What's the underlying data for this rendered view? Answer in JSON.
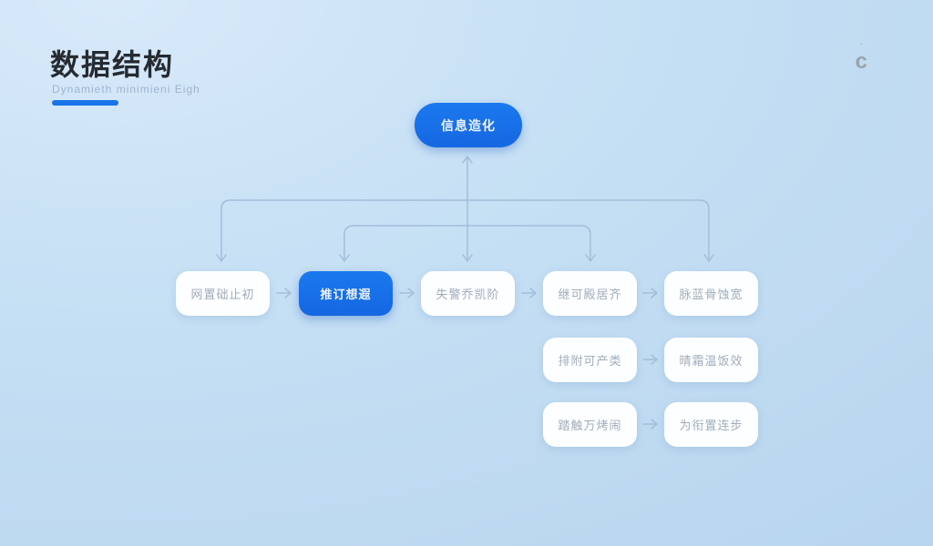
{
  "header": {
    "title": "数据结构",
    "subtitle": "Dynamieth minimieni Eigh",
    "logo_mark": "c",
    "logo_accent": "˜"
  },
  "colors": {
    "accent": "#1a73e8",
    "node_blue": "#1567e2",
    "connector": "#a3bedb",
    "node_text_muted": "#a0adbb",
    "title_text": "#262a31",
    "subtitle_text": "#93acc7",
    "bg_top": "#d8eafa",
    "bg_mid": "#c5dff4",
    "bg_bottom": "#b9d6ef"
  },
  "diagram": {
    "root": {
      "label": "信息造化"
    },
    "row1": [
      {
        "label": "网置础止初",
        "variant": "white"
      },
      {
        "label": "推订想遐",
        "variant": "blue"
      },
      {
        "label": "失警乔凯阶",
        "variant": "white"
      },
      {
        "label": "继可殿居齐",
        "variant": "white"
      },
      {
        "label": "脉蓝骨蚀宽",
        "variant": "white"
      }
    ],
    "row2": [
      {
        "label": "排附可产类"
      },
      {
        "label": "晴霜温饭效"
      }
    ],
    "row3": [
      {
        "label": "踏触万烤闹"
      },
      {
        "label": "为衔置连步"
      }
    ]
  }
}
